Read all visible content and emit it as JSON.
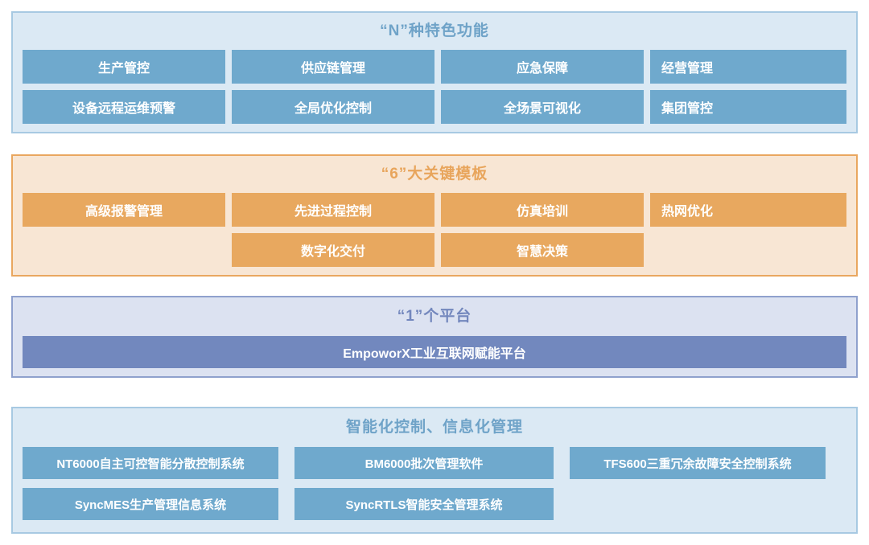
{
  "sections": [
    {
      "id": "features",
      "title": "“N”种特色功能",
      "accent": "#6fa9cd",
      "frame_bg": "#dbe9f4",
      "frame_border": "#a7c9e2",
      "rows": [
        [
          "生产管控",
          "供应链管理",
          "应急保障",
          "经营管理"
        ],
        [
          "设备远程运维预警",
          "全局优化控制",
          "全场景可视化",
          "集团管控"
        ]
      ]
    },
    {
      "id": "templates",
      "title": "“6”大关键模板",
      "accent": "#e8a85f",
      "frame_bg": "#f8e6d4",
      "frame_border": "#e9a75f",
      "rows": [
        [
          "高级报警管理",
          "先进过程控制",
          "仿真培训",
          "热网优化"
        ],
        [
          "",
          "数字化交付",
          "智慧决策",
          ""
        ]
      ]
    },
    {
      "id": "platform",
      "title": "“1”个平台",
      "accent": "#7288be",
      "frame_bg": "#dce2f1",
      "frame_border": "#8fa1cd",
      "rows": [
        [
          "EmpoworX工业互联网赋能平台"
        ]
      ]
    },
    {
      "id": "products",
      "title": "智能化控制、信息化管理",
      "accent": "#6fa9cd",
      "frame_bg": "#dbe9f4",
      "frame_border": "#a7c9e2",
      "rows": [
        [
          "NT6000自主可控智能分散控制系统",
          "BM6000批次管理软件",
          "TFS600三重冗余故障安全控制系统"
        ],
        [
          "SyncMES生产管理信息系统",
          "SyncRTLS智能安全管理系统",
          ""
        ]
      ]
    }
  ]
}
